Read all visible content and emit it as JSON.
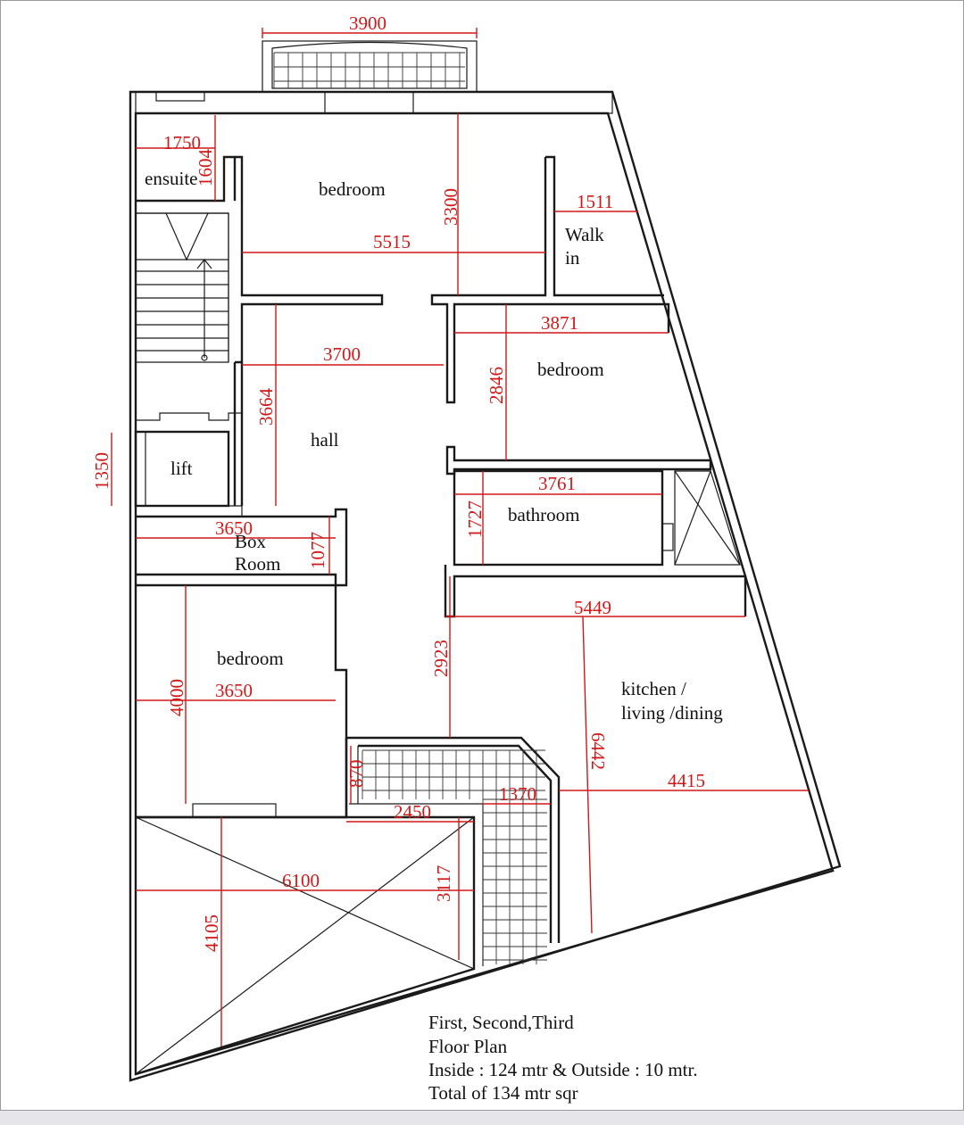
{
  "rooms": {
    "ensuite": "ensuite",
    "bedroom_top": "bedroom",
    "walkin_1": "Walk",
    "walkin_2": "in",
    "bedroom_right": "bedroom",
    "hall": "hall",
    "lift": "lift",
    "bathroom": "bathroom",
    "boxroom_1": "Box",
    "boxroom_2": "Room",
    "bedroom_left": "bedroom",
    "kitchen_1": "kitchen /",
    "kitchen_2": "living /dining"
  },
  "dimensions": {
    "d3900": "3900",
    "d1750": "1750",
    "d1604": "1604",
    "d3300": "3300",
    "d1511": "1511",
    "d5515": "5515",
    "d3871": "3871",
    "d3700": "3700",
    "d2846": "2846",
    "d3664": "3664",
    "d1350": "1350",
    "d3761": "3761",
    "d1727": "1727",
    "d3650a": "3650",
    "d1077": "1077",
    "d5449": "5449",
    "d2923": "2923",
    "d4000": "4000",
    "d3650b": "3650",
    "d6442": "6442",
    "d870": "870",
    "d1370": "1370",
    "d4415": "4415",
    "d2450": "2450",
    "d6100": "6100",
    "d3117": "3117",
    "d4105": "4105"
  },
  "notes": {
    "line1": "First, Second,Third",
    "line2": "Floor Plan",
    "line3": "Inside : 124 mtr & Outside : 10 mtr.",
    "line4": "Total of 134 mtr sqr"
  },
  "colors": {
    "dimension": "#d01818",
    "wall": "#1a1a1a"
  }
}
